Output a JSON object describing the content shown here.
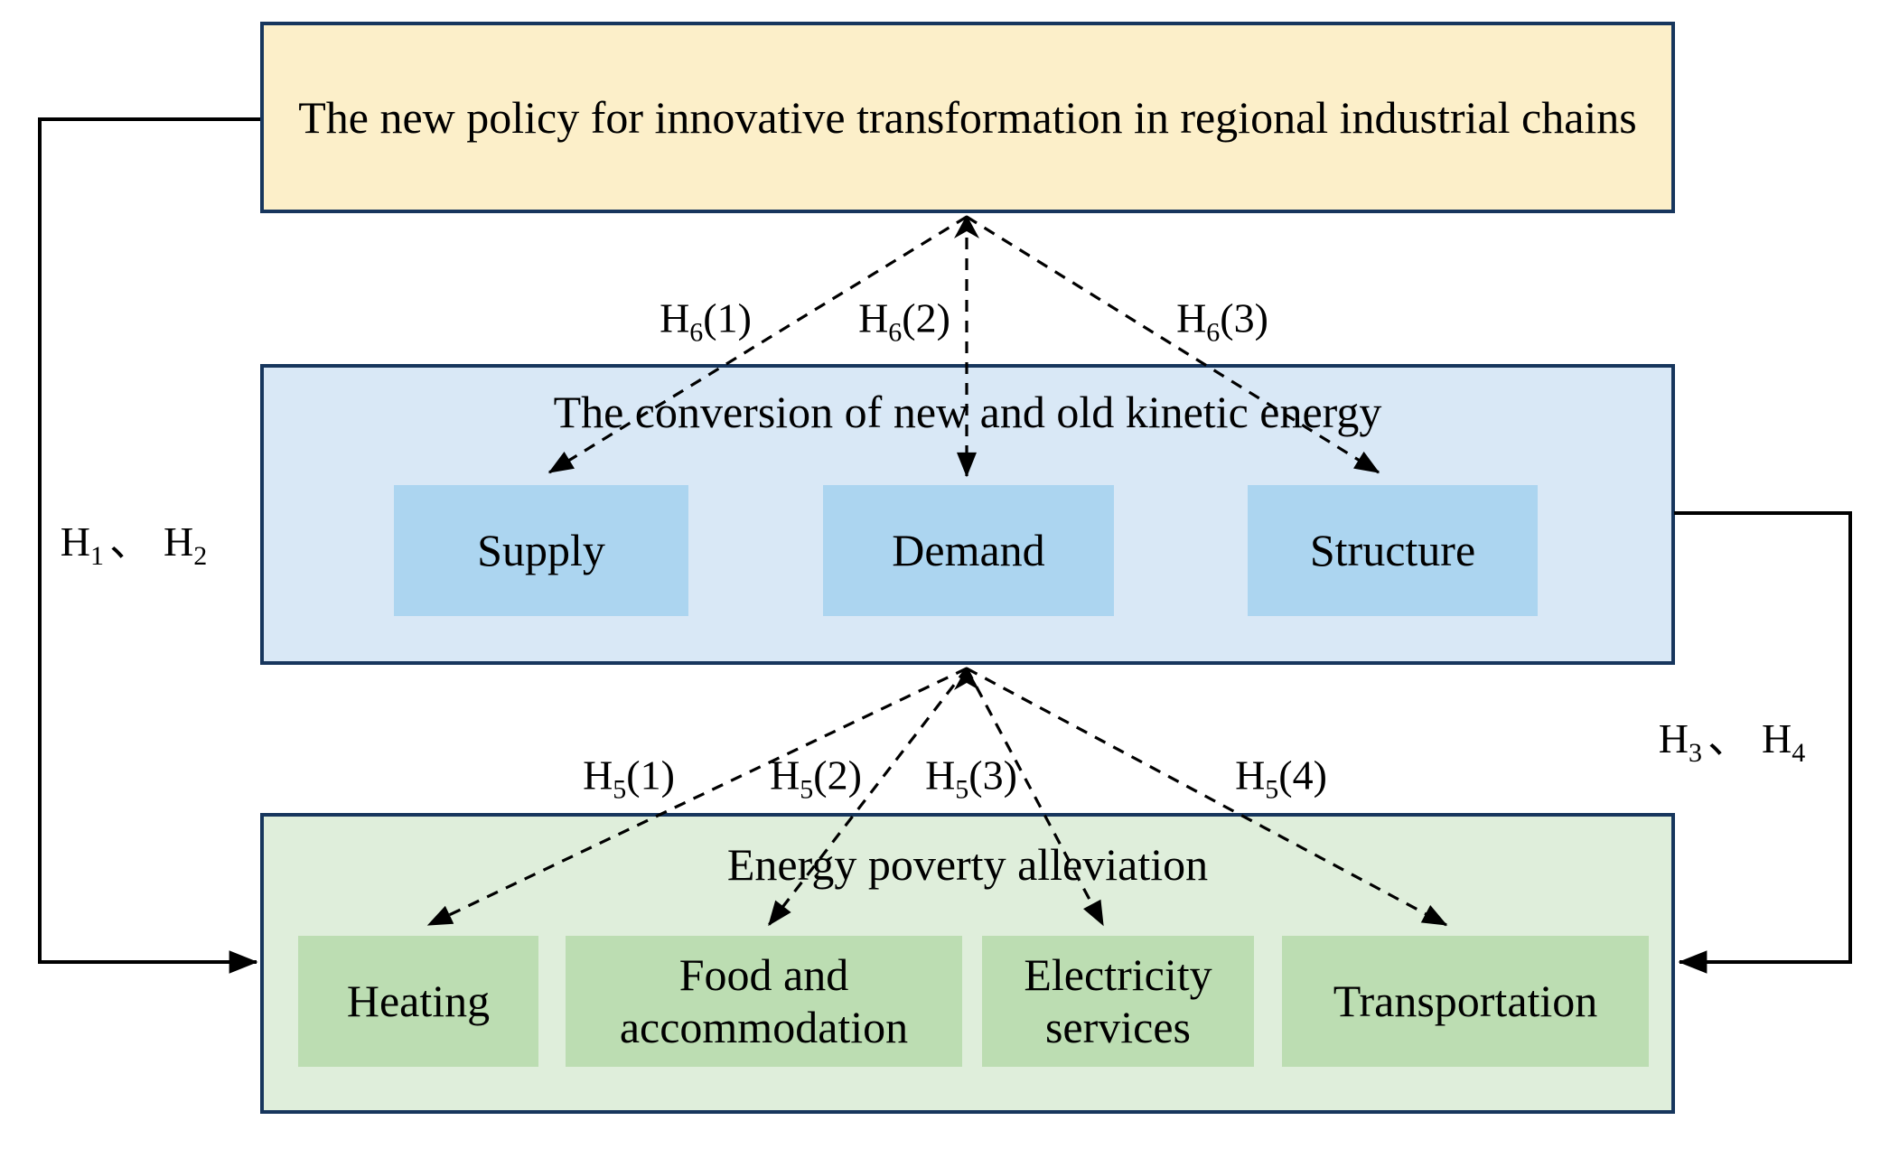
{
  "colors": {
    "top_box_fill": "#fcefc9",
    "middle_box_fill": "#d9e8f6",
    "middle_item_fill": "#acd5f0",
    "bottom_box_fill": "#dfeedb",
    "bottom_item_fill": "#bcddb2",
    "box_border": "#17365d",
    "connector_line": "#000000"
  },
  "top_box": {
    "title": "The new policy for innovative transformation in regional industrial chains"
  },
  "middle_box": {
    "title": "The conversion of new and old kinetic energy",
    "items": [
      {
        "label": "Supply"
      },
      {
        "label": "Demand"
      },
      {
        "label": "Structure"
      }
    ]
  },
  "bottom_box": {
    "title": "Energy poverty alleviation",
    "items": [
      {
        "label": "Heating"
      },
      {
        "label": "Food and accommodation"
      },
      {
        "label": "Electricity services"
      },
      {
        "label": "Transportation"
      }
    ]
  },
  "edge_labels": {
    "h6": [
      {
        "base": "H",
        "sub": "6",
        "arg": "(1)"
      },
      {
        "base": "H",
        "sub": "6",
        "arg": "(2)"
      },
      {
        "base": "H",
        "sub": "6",
        "arg": "(3)"
      }
    ],
    "h5": [
      {
        "base": "H",
        "sub": "5",
        "arg": "(1)"
      },
      {
        "base": "H",
        "sub": "5",
        "arg": "(2)"
      },
      {
        "base": "H",
        "sub": "5",
        "arg": "(3)"
      },
      {
        "base": "H",
        "sub": "5",
        "arg": "(4)"
      }
    ],
    "left": {
      "a_base": "H",
      "a_sub": "1",
      "separator": "、",
      "b_base": "H",
      "b_sub": "2"
    },
    "right": {
      "a_base": "H",
      "a_sub": "3",
      "separator": "、",
      "b_base": "H",
      "b_sub": "4"
    }
  }
}
